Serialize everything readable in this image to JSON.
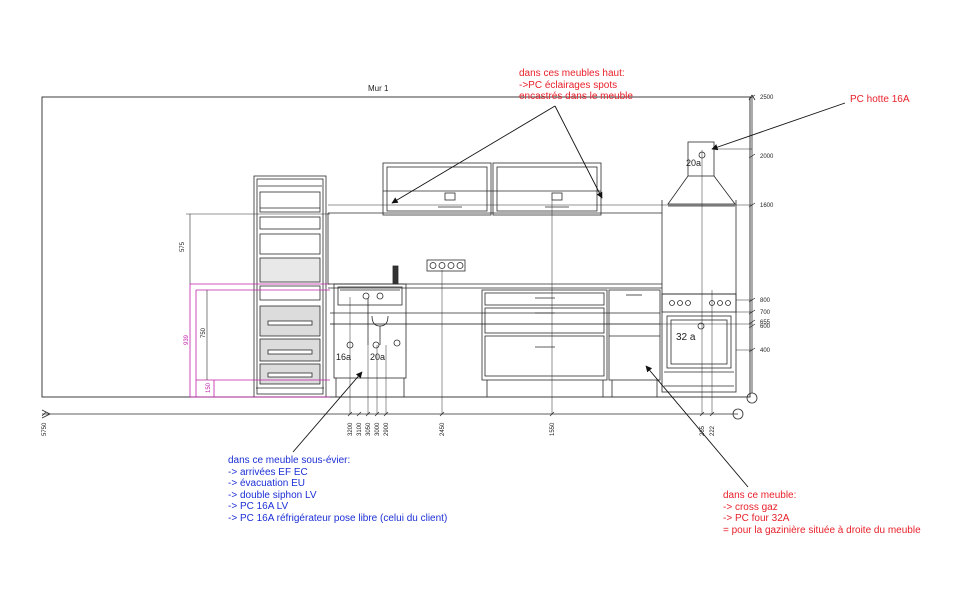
{
  "wall_title": "Mur 1",
  "notes": {
    "upper_cabinets": {
      "heading": "dans ces meubles haut:",
      "lines": [
        "->PC éclairages spots",
        "encastrés dans le meuble"
      ]
    },
    "hood": {
      "heading": "PC hotte 16A"
    },
    "sink_unit": {
      "heading": "dans ce meuble sous-évier:",
      "lines": [
        "-> arrivées EF EC",
        "-> évacuation EU",
        "-> double siphon LV",
        "-> PC 16A LV",
        "-> PC 16A réfrigérateur pose libre (celui du client)"
      ]
    },
    "cooker_unit": {
      "heading": "dans ce meuble:",
      "lines": [
        "-> cross gaz",
        "-> PC four 32A",
        "= pour la gazinière située à droite du meuble"
      ]
    }
  },
  "elevation_levels": [
    "2500",
    "2000",
    "1600",
    "800",
    "700",
    "655",
    "600",
    "400"
  ],
  "bottom_dimensions": [
    "5750",
    "3200",
    "3100",
    "3050",
    "3000",
    "2900",
    "2450",
    "1550",
    "265",
    "222"
  ],
  "left_dimensions": [
    "575",
    "939",
    "750",
    "150"
  ],
  "socket_labels": {
    "hood": "20a",
    "sink_left": "16a",
    "sink_right": "20a",
    "oven": "32 a"
  },
  "colors": {
    "drawing_line": "#2a2a2a",
    "annotation_red": "#e8202a",
    "annotation_blue": "#1c2fd6",
    "dimension_magenta": "#c21fa8"
  }
}
